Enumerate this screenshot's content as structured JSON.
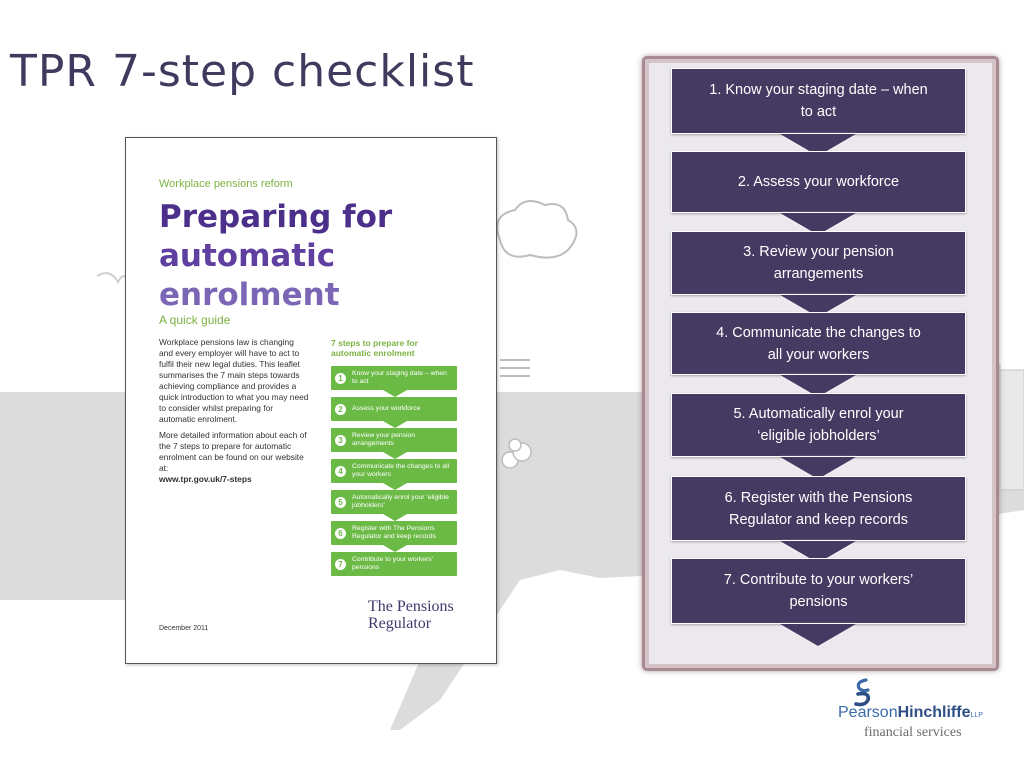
{
  "title": "TPR 7-step checklist",
  "leaflet": {
    "kicker": "Workplace pensions reform",
    "title_lines": [
      "Preparing for",
      "automatic",
      "enrolment"
    ],
    "subtitle": "A quick guide",
    "body_p1": "Workplace pensions law is changing and every employer will have to act to fulfil their new legal duties. This leaflet summarises the 7 main steps towards achieving compliance and provides a quick introduction to what you may need to consider whilst preparing for automatic enrolment.",
    "body_p2": "More detailed information about each of the 7 steps to prepare for automatic enrolment can be found on our website at:",
    "url": "www.tpr.gov.uk/7-steps",
    "steps_heading": "7 steps to prepare for automatic enrolment",
    "steps": [
      {
        "num": "1",
        "text": "Know your staging date – when to act"
      },
      {
        "num": "2",
        "text": "Assess your workforce"
      },
      {
        "num": "3",
        "text": "Review your pension arrangements"
      },
      {
        "num": "4",
        "text": "Communicate the changes to all your workers"
      },
      {
        "num": "5",
        "text": "Automatically enrol your 'eligible jobholders'"
      },
      {
        "num": "6",
        "text": "Register with The Pensions Regulator and keep records"
      },
      {
        "num": "7",
        "text": "Contribute to your workers' pensions"
      }
    ],
    "date": "December 2011",
    "logo_lines": [
      "The Pensions",
      "Regulator"
    ]
  },
  "checklist": [
    {
      "line1": "1. Know your staging date – when",
      "line2": "to act"
    },
    {
      "line1": "2. Assess your workforce",
      "line2": ""
    },
    {
      "line1": "3. Review your pension",
      "line2": "arrangements"
    },
    {
      "line1": "4. Communicate the changes to",
      "line2": "all your workers"
    },
    {
      "line1": "5. Automatically enrol your",
      "line2": "‘eligible jobholders’"
    },
    {
      "line1": "6. Register with the Pensions",
      "line2": "Regulator and keep records"
    },
    {
      "line1": "7. Contribute to your workers’",
      "line2": "pensions"
    }
  ],
  "brand": {
    "name_part1": "Pearson",
    "name_part2": "Hinchliffe",
    "suffix": "LLP",
    "tagline": "financial services"
  },
  "colors": {
    "title": "#3f3a5e",
    "step_box": "#453a62",
    "leaflet_green": "#6cba46",
    "leaflet_purple": "#4b2f8a"
  }
}
